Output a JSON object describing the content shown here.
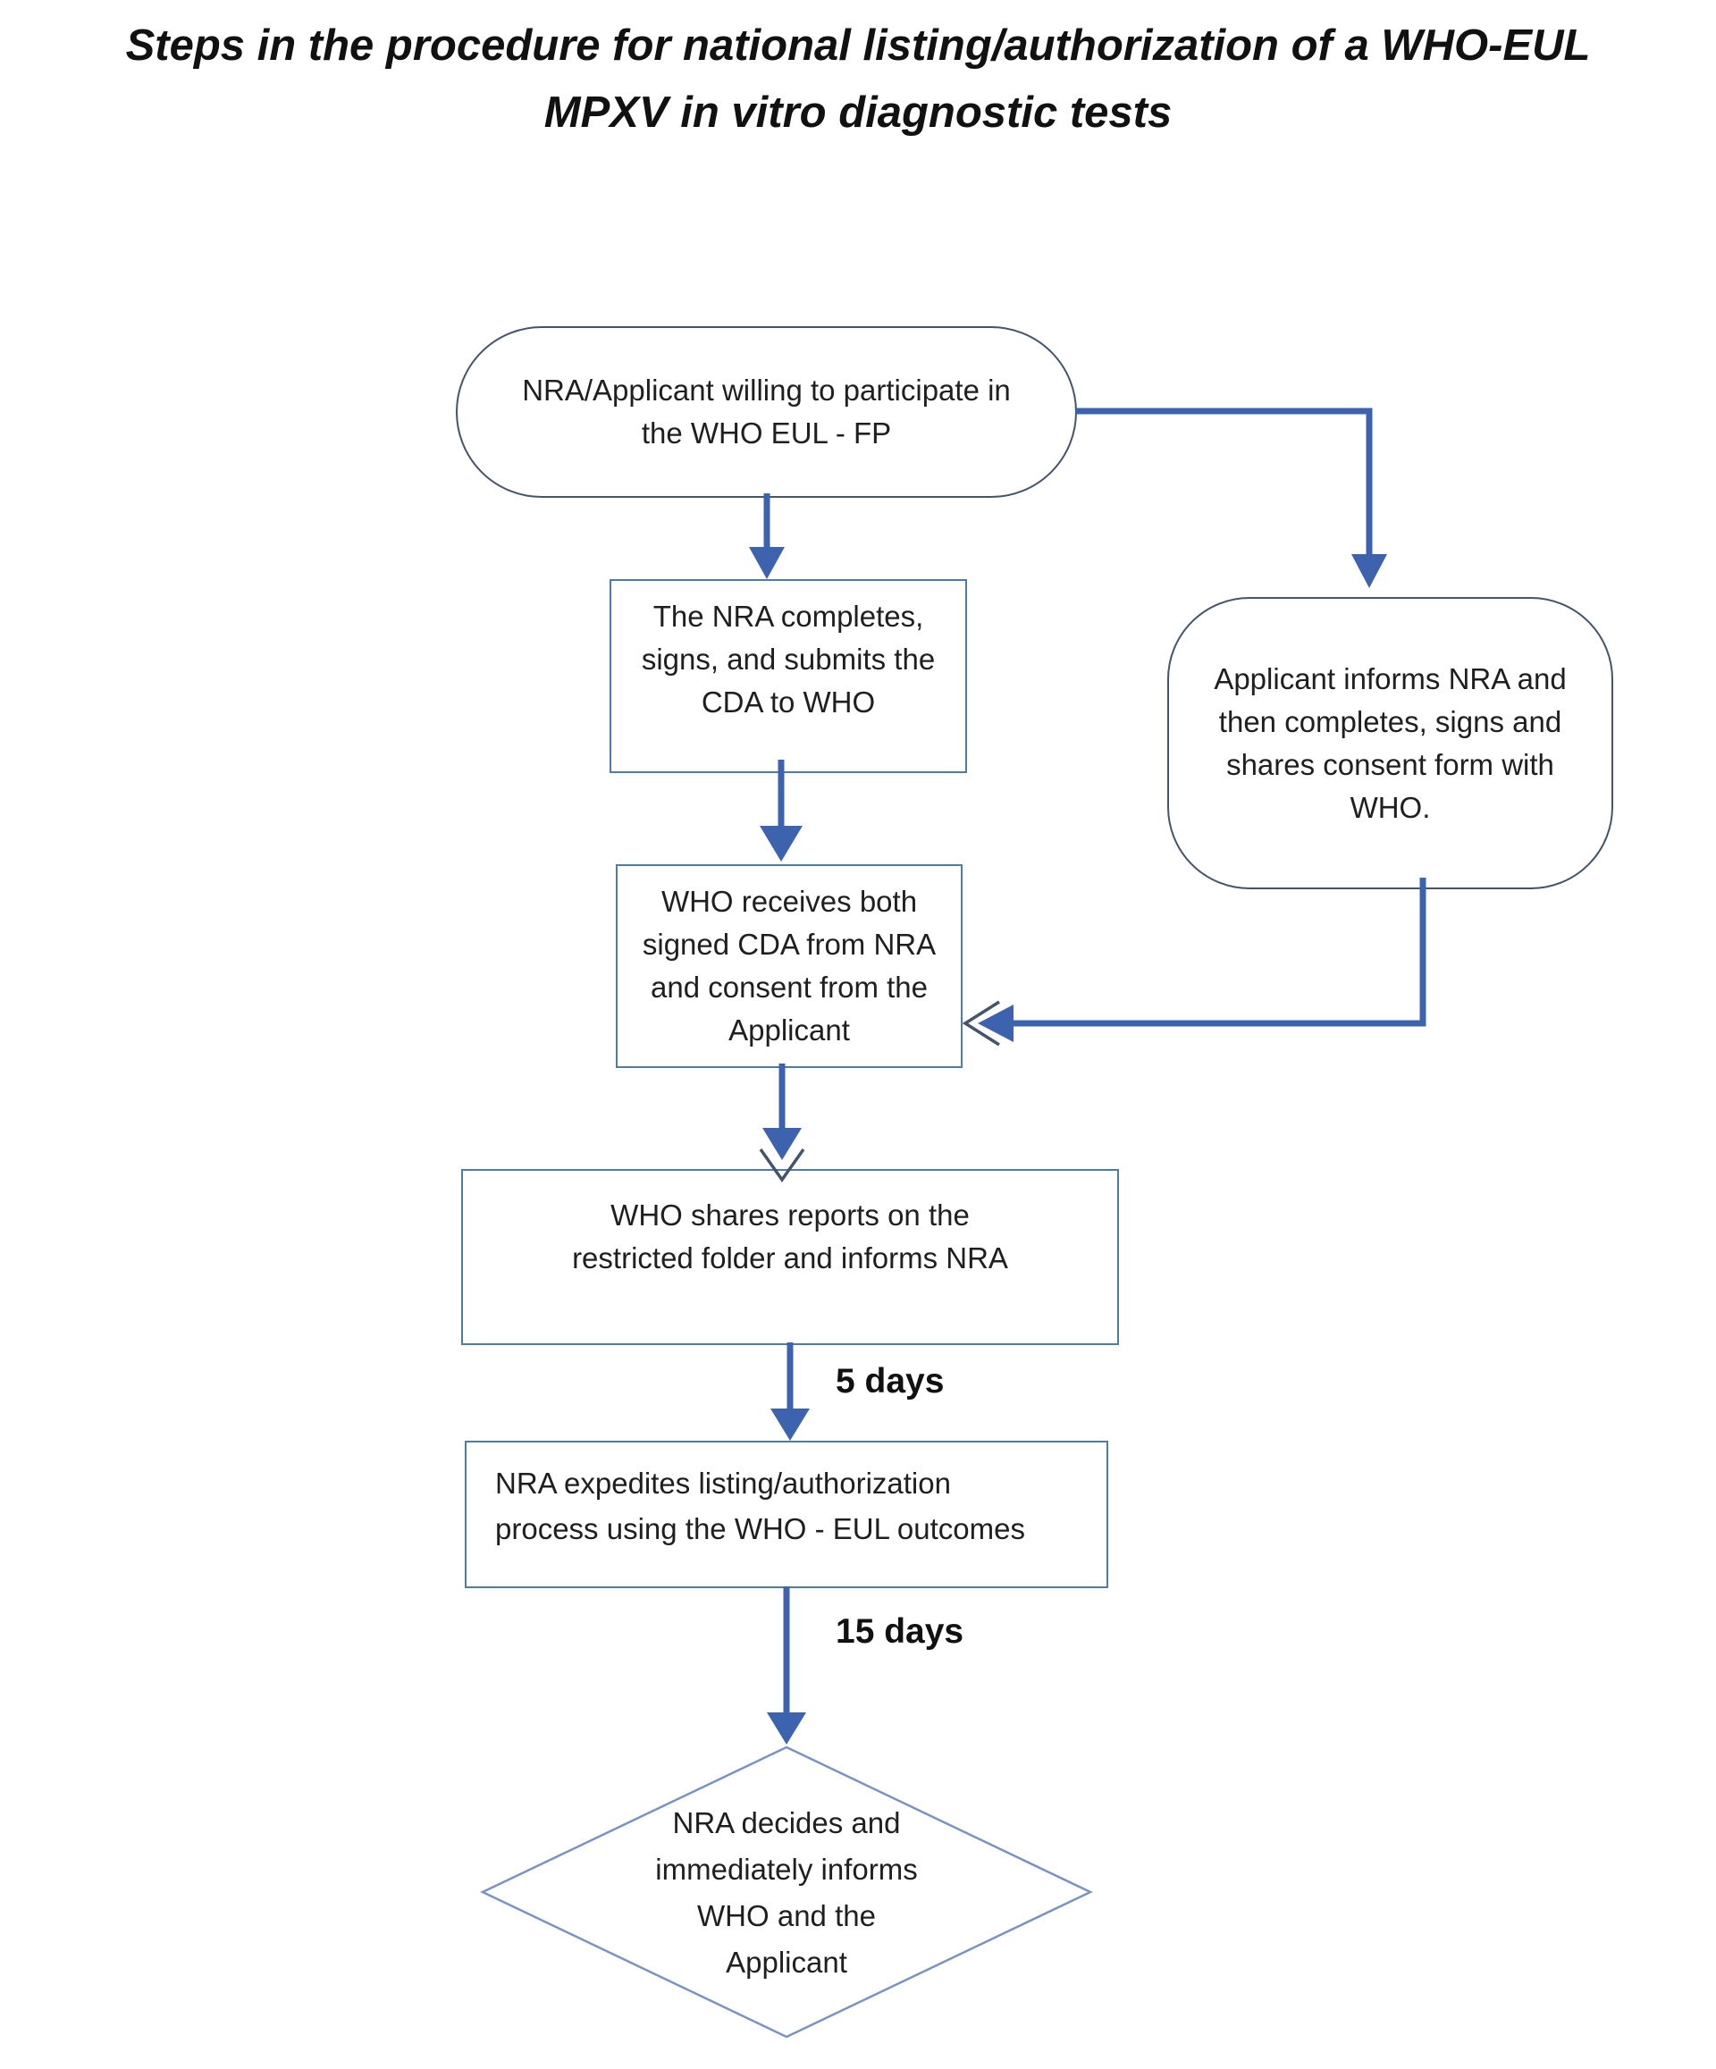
{
  "title": "Steps in the procedure for national listing/authorization of a WHO-EUL MPXV in vitro diagnostic tests",
  "nodes": {
    "start": {
      "text": "NRA/Applicant willing to participate in the WHO EUL - FP",
      "shape": "stadium"
    },
    "nra_completes": {
      "text": "The NRA completes, signs, and submits the CDA to WHO",
      "shape": "rectangle"
    },
    "applicant_informs": {
      "text": "Applicant informs NRA and then completes, signs and shares consent form with WHO.",
      "shape": "stadium"
    },
    "who_receives": {
      "text": "WHO receives both signed CDA from NRA and consent from the Applicant",
      "shape": "rectangle"
    },
    "who_shares": {
      "text": "WHO shares reports on the restricted folder and informs NRA",
      "shape": "rectangle"
    },
    "nra_expedites": {
      "text": "NRA expedites listing/authorization process using the WHO - EUL outcomes",
      "shape": "rectangle"
    },
    "decision": {
      "text": "NRA decides and immediately informs WHO and the Applicant",
      "shape": "diamond"
    }
  },
  "edge_labels": {
    "five_days": "5 days",
    "fifteen_days": "15 days"
  },
  "colors": {
    "connector": "#3e63ae",
    "stadium_border": "#44546a",
    "rect_border": "#4d7bac",
    "diamond_border": "#7a93c4",
    "chevron": "#44546a",
    "text": "#1f1f1f",
    "background": "#ffffff"
  }
}
